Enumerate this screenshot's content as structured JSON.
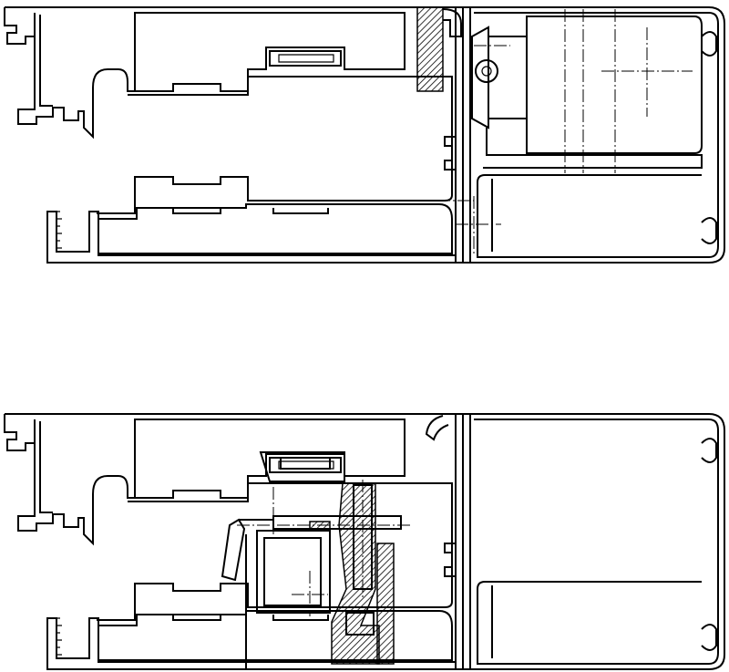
{
  "drawing": {
    "type": "technical cross-section",
    "sections": [
      {
        "id": "upper",
        "variant": "with-motor-drive"
      },
      {
        "id": "lower",
        "variant": "with-locking-mechanism"
      }
    ],
    "colors": {
      "line": "#000000",
      "background": "#ffffff"
    }
  }
}
